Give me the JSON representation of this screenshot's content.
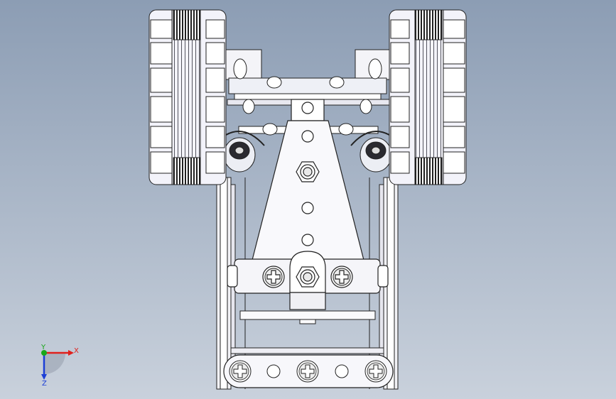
{
  "viewport": {
    "background_top": "#8c9db4",
    "background_bottom": "#c9d1dc",
    "model": "robot-chassis-assembly",
    "view": "front"
  },
  "triad": {
    "x_label": "X",
    "y_label": "Y",
    "z_label": "Z",
    "x_color": "#e0201c",
    "y_color": "#19a819",
    "z_color": "#1c3fd6"
  }
}
